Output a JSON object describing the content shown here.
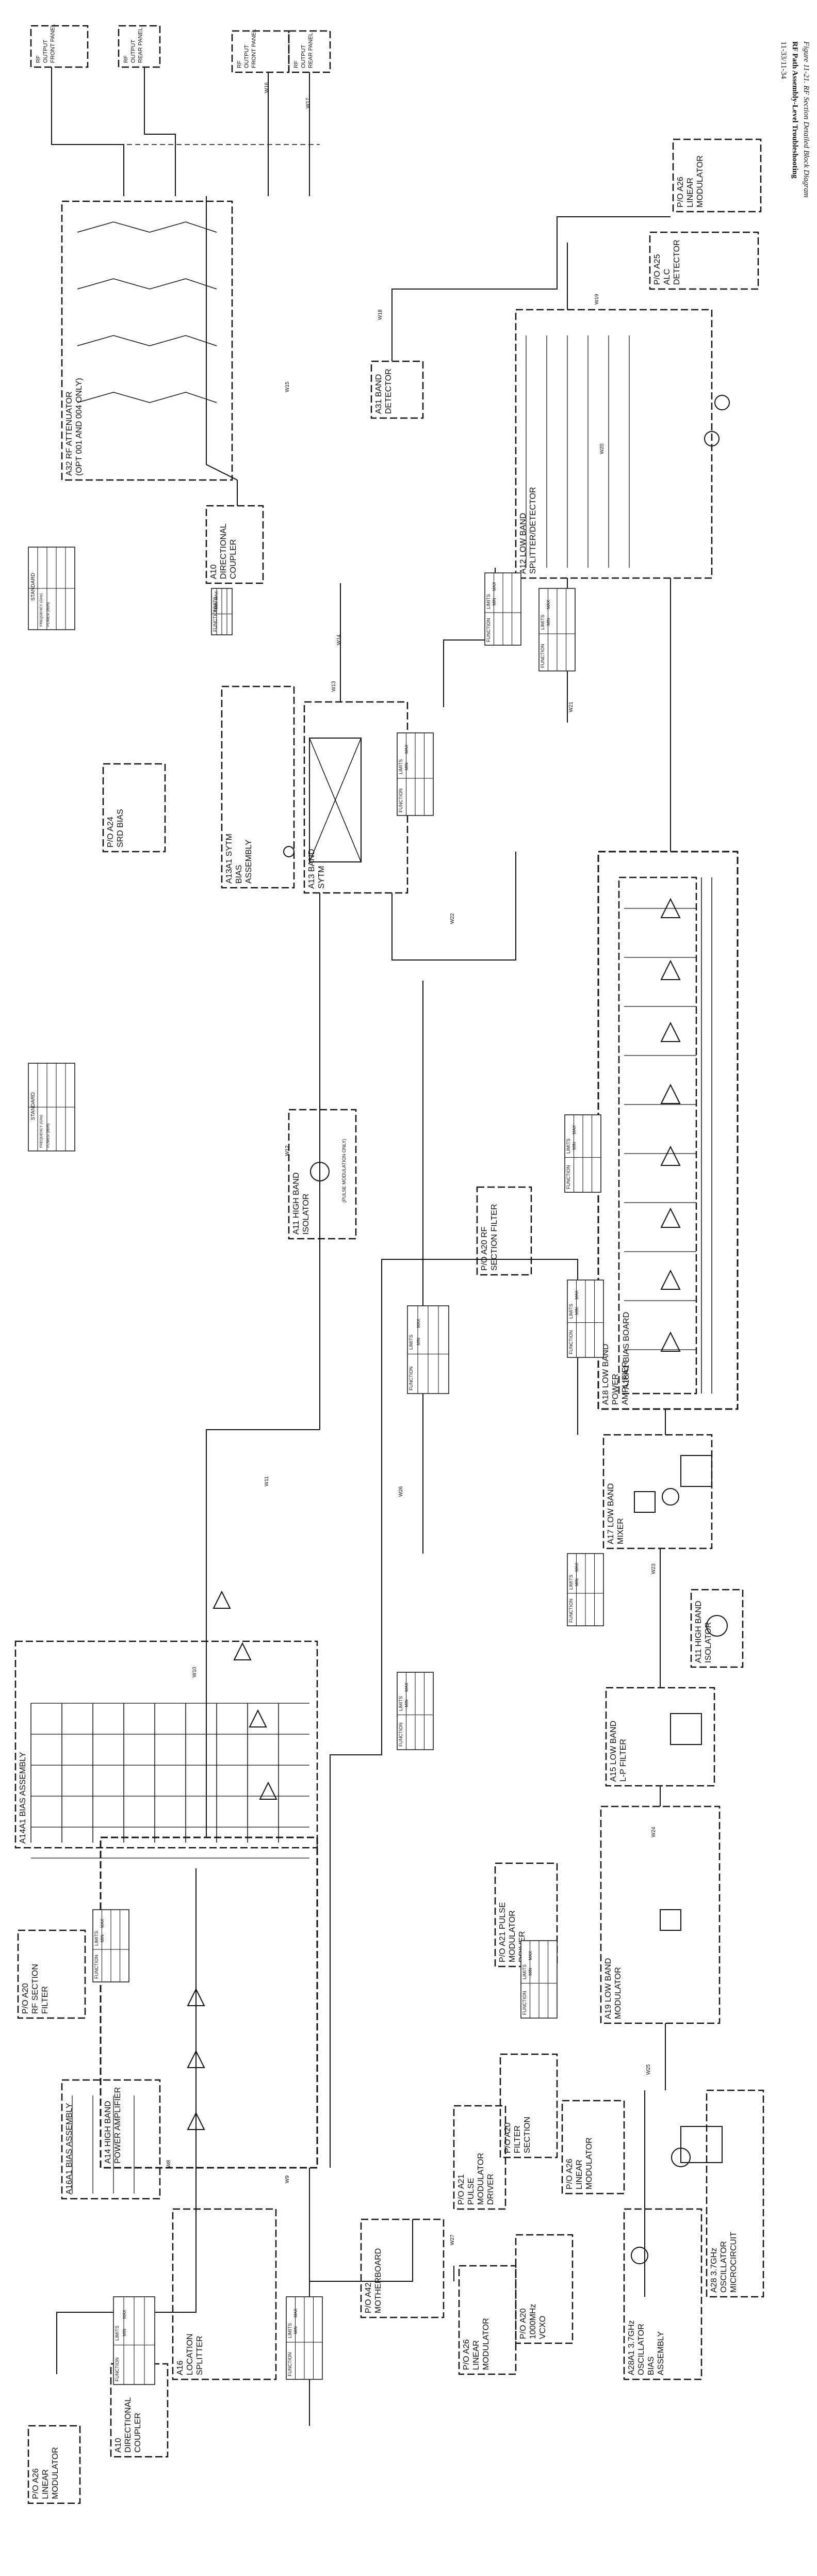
{
  "header": {
    "figure_title": "Figure 11-21. RF Section Detailed Block Diagram",
    "section_title": "RF Path Assembly-Level Troubleshooting",
    "page_number": "11-33/11-34"
  },
  "assemblies": [
    {
      "id": "a10c",
      "lines": [
        "A10",
        "DIRECTIONAL",
        "COUPLER"
      ]
    },
    {
      "id": "a10a",
      "lines": [
        "A10",
        "DIRECTIONAL",
        "COUPLER"
      ]
    },
    {
      "id": "a11",
      "lines": [
        "A11 HIGH BAND",
        "ISOLATOR"
      ]
    },
    {
      "id": "a12",
      "lines": [
        "A12 LOW BAND",
        "SPLITTER/DETECTOR"
      ]
    },
    {
      "id": "a13",
      "lines": [
        "A13 BAND",
        "SYTM"
      ]
    },
    {
      "id": "a13a1",
      "lines": [
        "A13A1 SYTM",
        "BIAS",
        "ASSEMBLY"
      ]
    },
    {
      "id": "a14",
      "lines": [
        "A14 HIGH BAND",
        "POWER AMPLIFIER"
      ]
    },
    {
      "id": "a14a1",
      "lines": [
        "A14A1 BIAS ASSEMBLY"
      ]
    },
    {
      "id": "a15",
      "lines": [
        "A15 LOW BAND",
        "L-P FILTER"
      ]
    },
    {
      "id": "a16",
      "lines": [
        "A16",
        "LOCATION",
        "SPLITTER"
      ]
    },
    {
      "id": "a16a1",
      "lines": [
        "A16A1 BIAS ASSEMBLY"
      ]
    },
    {
      "id": "a17",
      "lines": [
        "A17 LOW BAND",
        "MIXER"
      ]
    },
    {
      "id": "a18",
      "lines": [
        "A18 LOW BAND",
        "POWER",
        "AMPLIFIER"
      ]
    },
    {
      "id": "a18a1",
      "lines": [
        "A18A1 BIAS BOARD"
      ]
    },
    {
      "id": "a19",
      "lines": [
        "A19 LOW BAND",
        "MODULATOR"
      ]
    },
    {
      "id": "a20",
      "lines": [
        "P/O A20",
        "FILTER",
        "SECTION"
      ]
    },
    {
      "id": "a20rf",
      "lines": [
        "P/O A20",
        "RF SECTION",
        "FILTER"
      ]
    },
    {
      "id": "a20rf2",
      "lines": [
        "P/O A20 RF",
        "SECTION FILTER"
      ]
    },
    {
      "id": "a20vco",
      "lines": [
        "P/O A20",
        "1000MHz",
        "VCXO"
      ]
    },
    {
      "id": "a21",
      "lines": [
        "P/O A21 PULSE",
        "MODULATOR",
        "DRIVER"
      ]
    },
    {
      "id": "a21b",
      "lines": [
        "P/O A21",
        "PULSE",
        "MODULATOR",
        "DRIVER"
      ]
    },
    {
      "id": "a24",
      "lines": [
        "P/O A24",
        "SRD BIAS"
      ]
    },
    {
      "id": "a25",
      "lines": [
        "P/O A25",
        "ALC",
        "DETECTOR"
      ]
    },
    {
      "id": "a26a",
      "lines": [
        "P/O A26",
        "LINEAR",
        "MODULATOR"
      ]
    },
    {
      "id": "a26b",
      "lines": [
        "P/O A26",
        "LINEAR",
        "MODULATOR"
      ]
    },
    {
      "id": "a26c",
      "lines": [
        "P/O A26",
        "LINEAR",
        "MODULATOR"
      ]
    },
    {
      "id": "a26d",
      "lines": [
        "P/O A26",
        "LINEAR",
        "MODULATOR"
      ]
    },
    {
      "id": "a28",
      "lines": [
        "A28 3.7GHz",
        "OSCILLATOR",
        "MICROCIRCUIT"
      ]
    },
    {
      "id": "a28a1",
      "lines": [
        "A28A1 3.7GHz",
        "OSCILLATOR",
        "BIAS",
        "ASSEMBLY"
      ]
    },
    {
      "id": "a42",
      "lines": [
        "P/O A42",
        "MOTHERBOARD"
      ]
    },
    {
      "id": "a31",
      "lines": [
        "A31 BAND",
        "DETECTOR"
      ]
    },
    {
      "id": "a32",
      "lines": [
        "A32 RF ATTENUATOR",
        "(OPT 001 AND 004 ONLY)"
      ]
    }
  ],
  "outputs": [
    {
      "id": "o1",
      "lines": [
        "RF",
        "OUTPUT",
        "FRONT PANEL"
      ]
    },
    {
      "id": "o2",
      "lines": [
        "RF",
        "OUTPUT",
        "REAR PANEL"
      ]
    },
    {
      "id": "o3",
      "lines": [
        "RF",
        "OUTPUT",
        "FRONT PANEL"
      ]
    },
    {
      "id": "o4",
      "lines": [
        "RF",
        "OUTPUT",
        "REAR PANEL"
      ]
    }
  ],
  "table_headers": {
    "function": "FUNCTION",
    "limits": "LIMITS",
    "min": "MIN",
    "max": "MAX"
  },
  "standard_tables": [
    {
      "id": "std1",
      "title": "STANDARD",
      "cols": [
        "FREQUENCY (GHz)",
        "POWER (dBm)"
      ]
    },
    {
      "id": "std2",
      "title": "STANDARD",
      "cols": [
        "FREQUENCY (GHz)",
        "POWER (dBm)"
      ]
    }
  ],
  "notes": {
    "pulse_mod": "(PULSE MODULATION ONLY)"
  },
  "cables": [
    "W8",
    "W9",
    "W10",
    "W11",
    "W12",
    "W13",
    "W14",
    "W15",
    "W16",
    "W17",
    "W18",
    "W19",
    "W20",
    "W21",
    "W22",
    "W23",
    "W24",
    "W25",
    "W26",
    "W27"
  ]
}
